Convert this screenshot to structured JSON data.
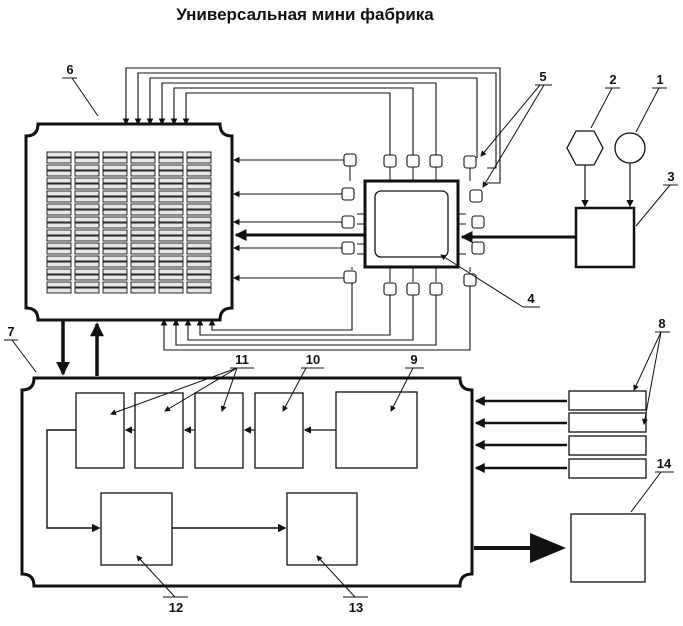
{
  "title": "Универсальная мини фабрика",
  "callouts": {
    "c1": "1",
    "c2": "2",
    "c3": "3",
    "c4": "4",
    "c5": "5",
    "c6": "6",
    "c7": "7",
    "c8": "8",
    "c9": "9",
    "c10": "10",
    "c11": "11",
    "c12": "12",
    "c13": "13",
    "c14": "14"
  },
  "colors": {
    "stroke": "#111111",
    "fill": "#ffffff",
    "cell_fill": "#e6e6e6"
  }
}
